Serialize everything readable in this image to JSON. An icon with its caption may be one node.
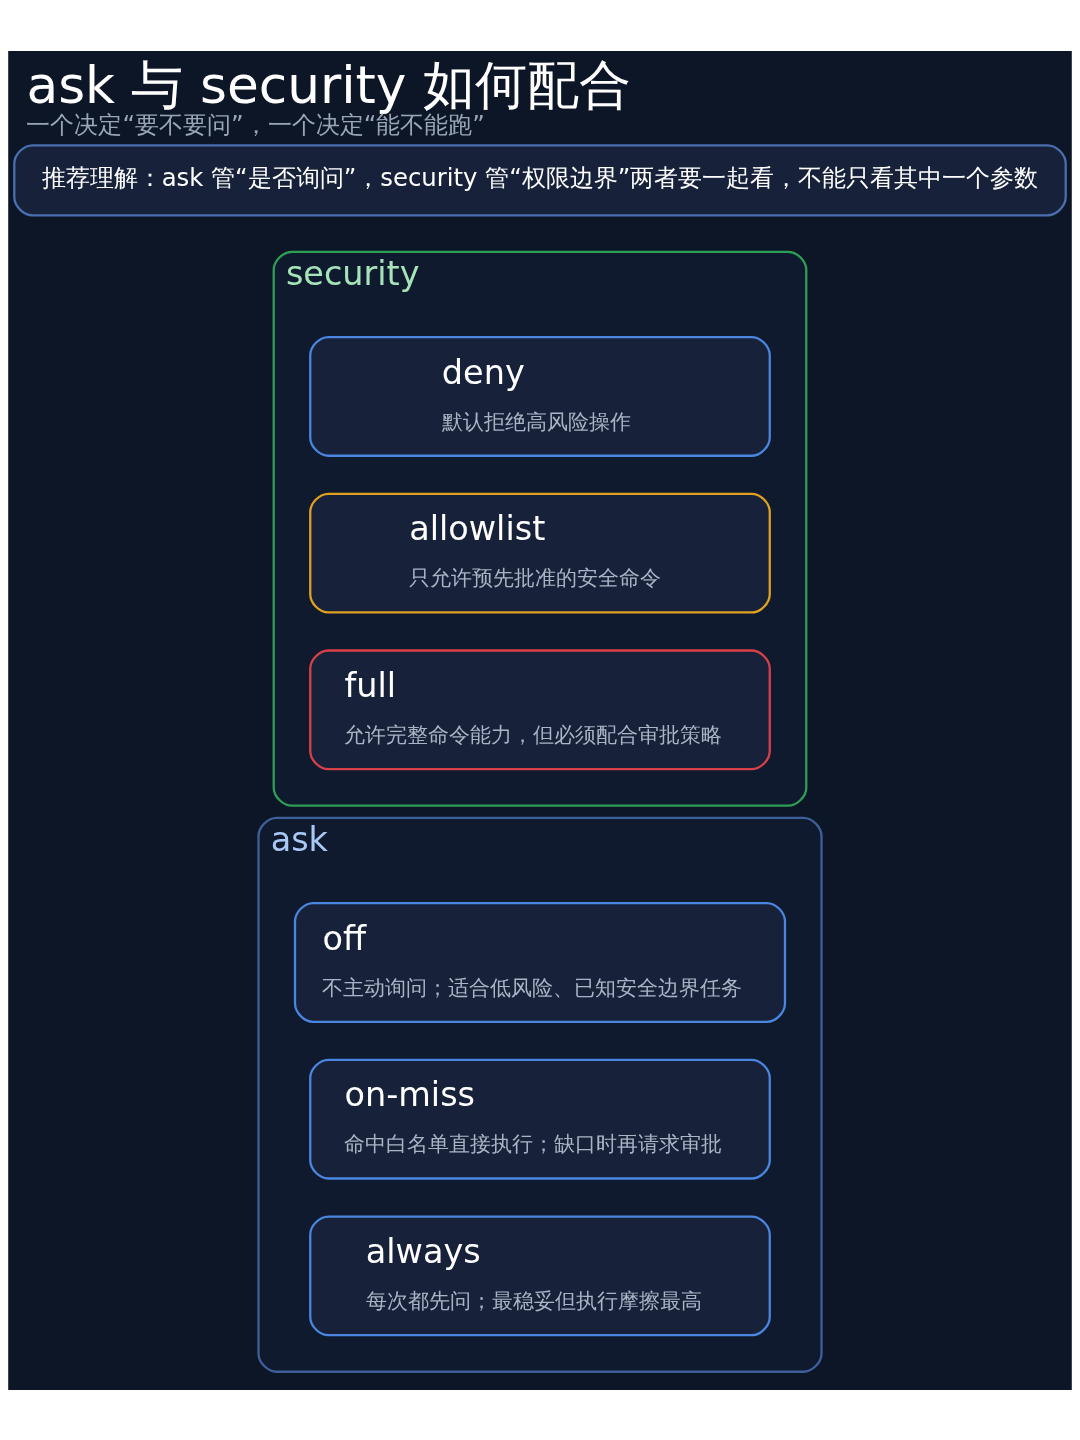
{
  "diagram": {
    "title": "ask 与 security 如何配合",
    "caption": "一个决定“要不要问”，一个决定“能不能跑”",
    "nodes": [
      {
        "text": [
          "ask"
        ]
      },
      {
        "text": [
          "off",
          "不主动询问；适合低风险、已知安全边界任务"
        ],
        "in": 0
      },
      {
        "text": [
          "on-miss",
          "命中白名单直接执行；缺口时再请求审批"
        ],
        "in": 0
      },
      {
        "text": [
          "always",
          "每次都先问；最稳妥但执行摩擦最高"
        ],
        "in": 0
      },
      {
        "text": [
          "security"
        ]
      },
      {
        "text": [
          "deny",
          "默认拒绝高风险操作"
        ],
        "in": 4
      },
      {
        "text": [
          "allowlist",
          "只允许预先批准的安全命令"
        ],
        "in": 4
      },
      {
        "text": [
          "full",
          "允许完整命令能力，但必须配合审批策略"
        ],
        "in": 4
      },
      {
        "text": [
          "推荐理解：ask 管“是否询问”，security 管“权限边界”两者要一起看，不能只看其中一个参数"
        ]
      }
    ],
    "edges": []
  }
}
